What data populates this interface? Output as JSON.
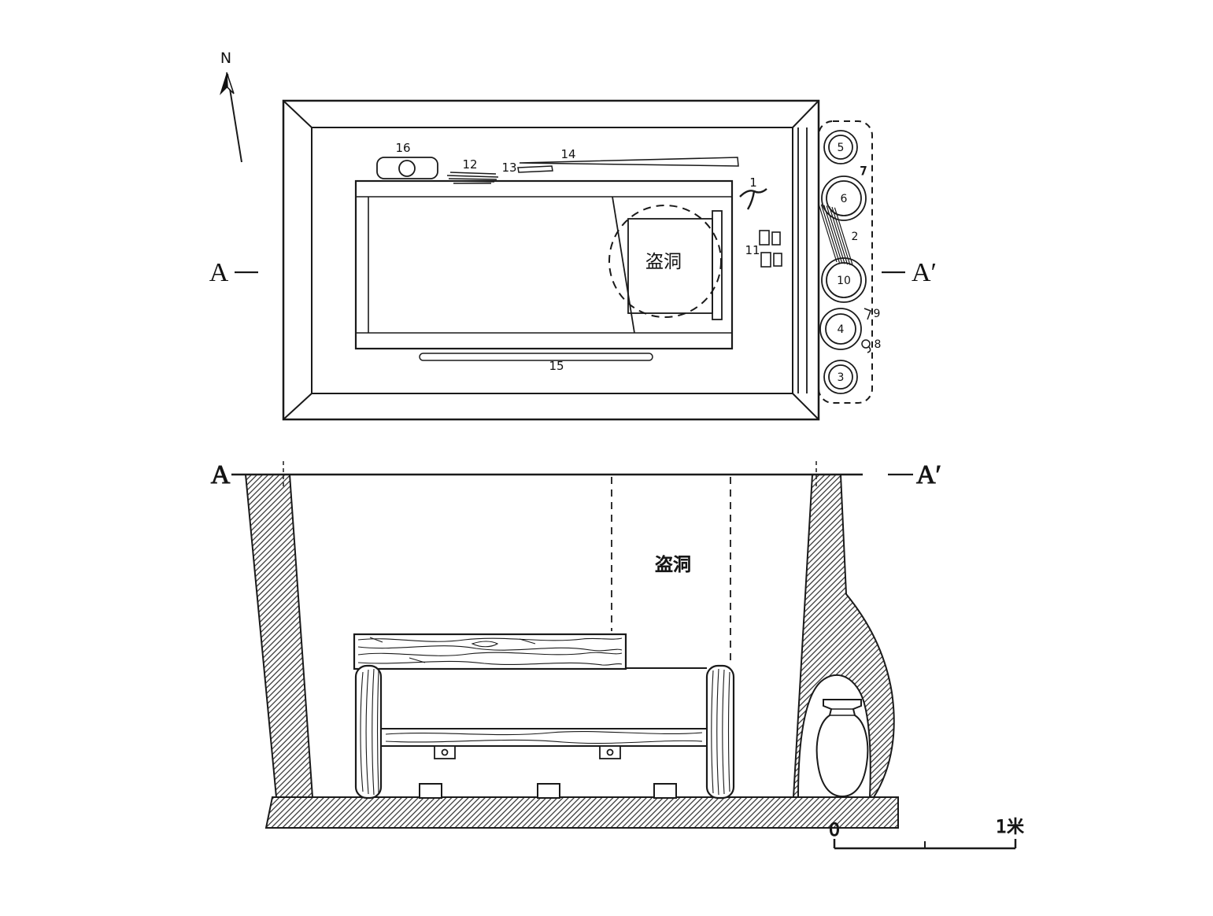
{
  "colors": {
    "ink": "#1a1a1a",
    "background": "#ffffff"
  },
  "compass": {
    "north": "N"
  },
  "plan": {
    "marker_left": "A",
    "marker_right": "A′",
    "robber_hole_label": "盗洞",
    "labels": {
      "1": "1",
      "2": "2",
      "3": "3",
      "4": "4",
      "5": "5",
      "6": "6",
      "7": "7",
      "8": "8",
      "9": "9",
      "10": "10",
      "11": "11",
      "12": "12",
      "13": "13",
      "14": "14",
      "15": "15",
      "16": "16"
    }
  },
  "section": {
    "marker_left": "A",
    "marker_right": "A′",
    "robber_hole_label": "盗洞"
  },
  "scalebar": {
    "zero": "0",
    "unit": "1米"
  }
}
